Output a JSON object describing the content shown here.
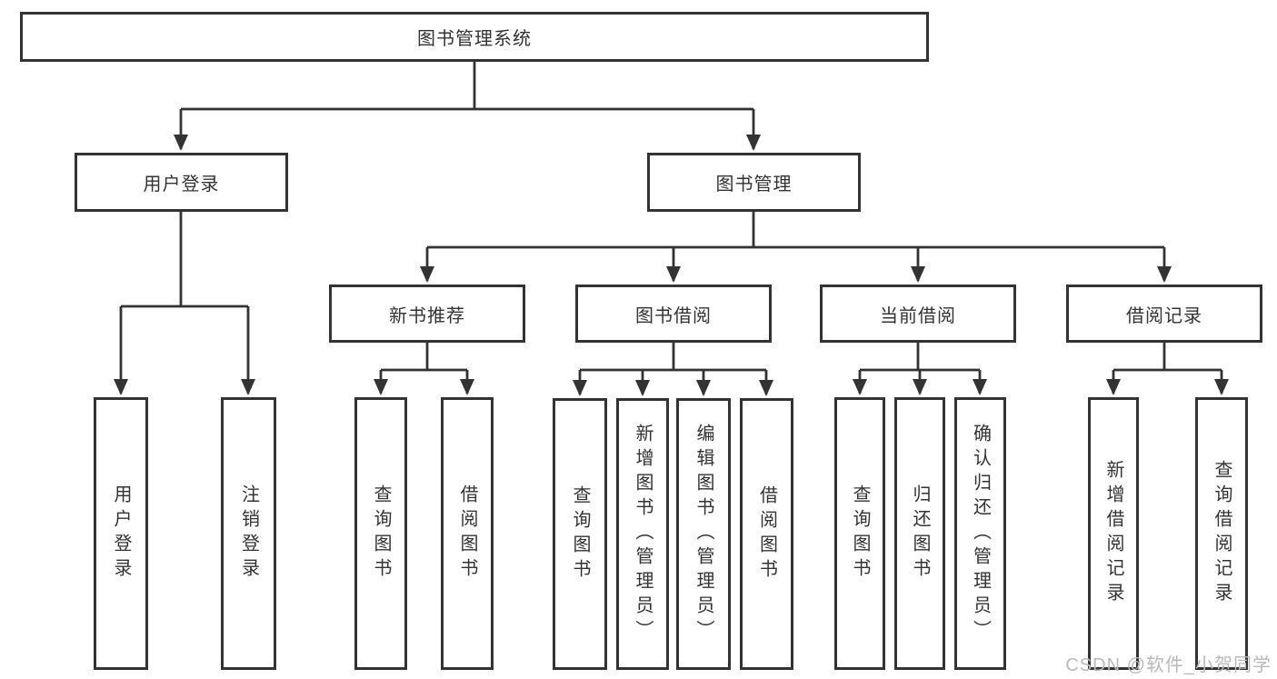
{
  "diagram": {
    "root": {
      "label": "图书管理系统"
    },
    "user_login": {
      "label": "用户登录",
      "children": [
        {
          "label": "用户登录"
        },
        {
          "label": "注销登录"
        }
      ]
    },
    "book_management": {
      "label": "图书管理"
    },
    "new_book_recommend": {
      "label": "新书推荐",
      "children": [
        {
          "label": "查询图书"
        },
        {
          "label": "借阅图书"
        }
      ]
    },
    "book_borrow": {
      "label": "图书借阅",
      "children": [
        {
          "label": "查询图书"
        },
        {
          "label": "新增图书（管理员）"
        },
        {
          "label": "编辑图书（管理员）"
        },
        {
          "label": "借阅图书"
        }
      ]
    },
    "current_borrow": {
      "label": "当前借阅",
      "children": [
        {
          "label": "查询图书"
        },
        {
          "label": "归还图书"
        },
        {
          "label": "确认归还（管理员）"
        }
      ]
    },
    "borrow_record": {
      "label": "借阅记录",
      "children": [
        {
          "label": "新增借阅记录"
        },
        {
          "label": "查询借阅记录"
        }
      ]
    }
  },
  "watermark": {
    "text": "CSDN @软件_小贺同学"
  },
  "colors": {
    "line": "#333333",
    "box_border": "#333333",
    "text": "#333333",
    "watermark": "#b9b9b9",
    "background": "#ffffff"
  }
}
